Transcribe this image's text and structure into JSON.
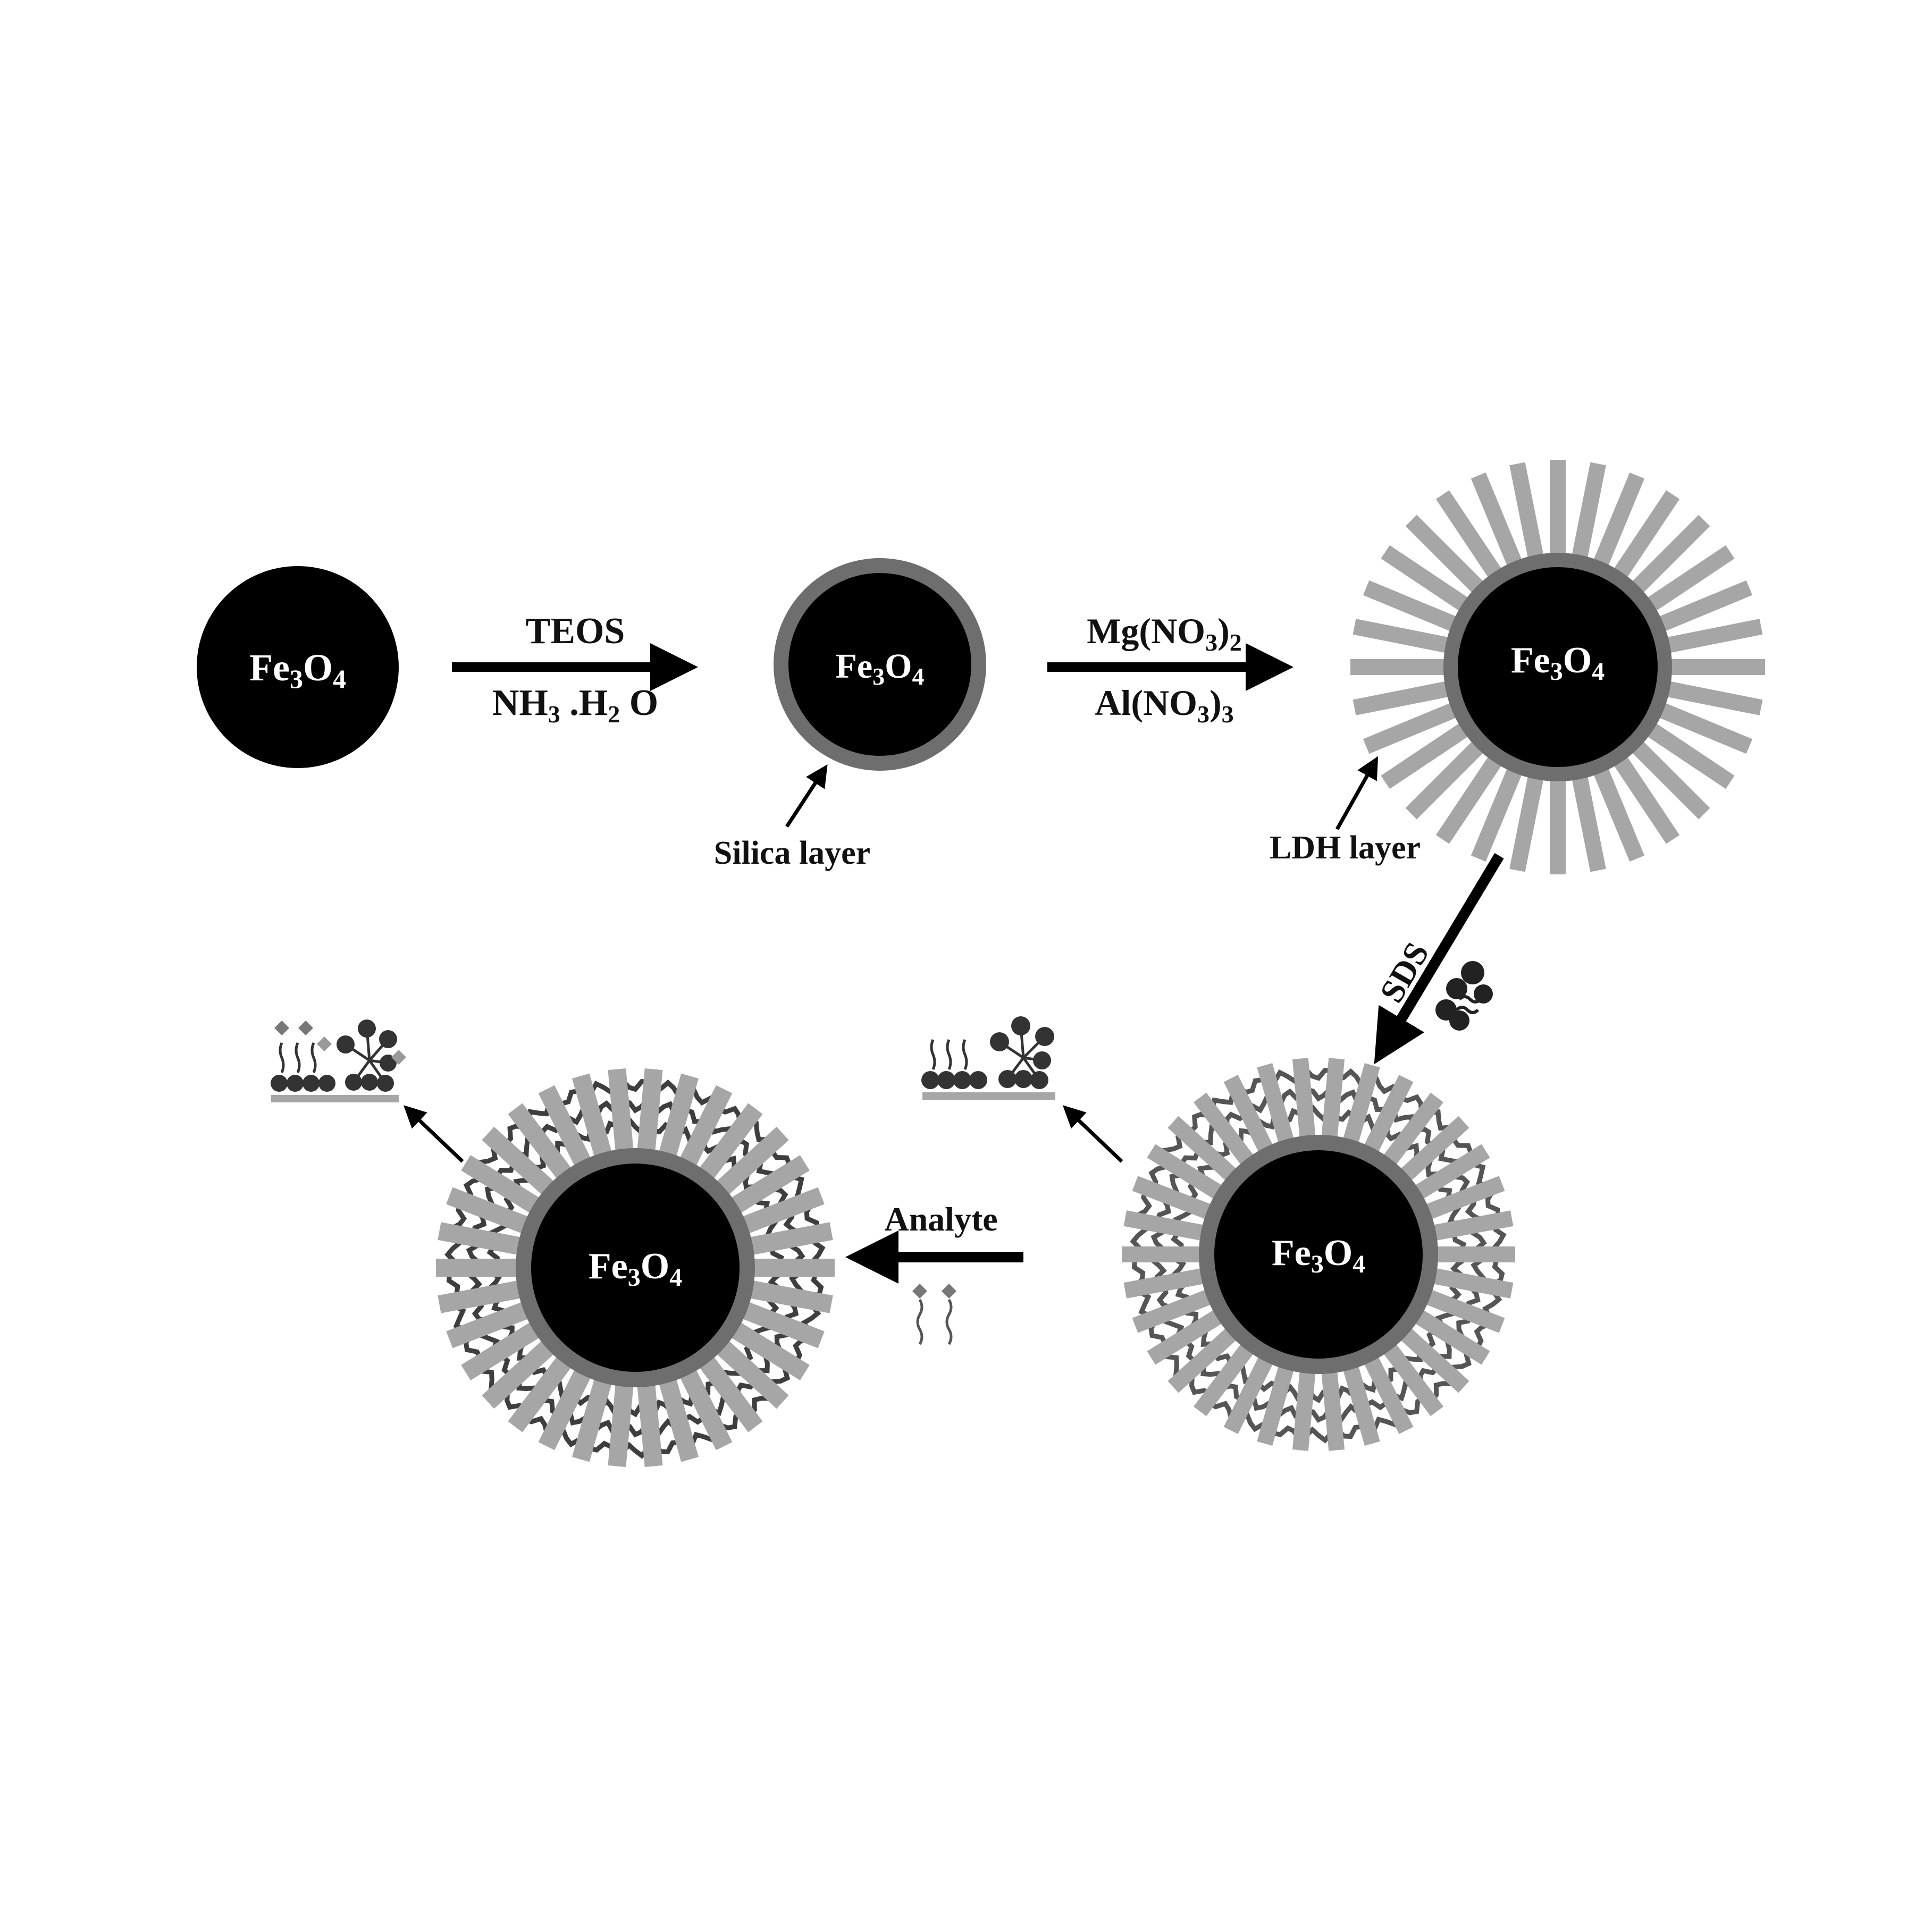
{
  "core_label": {
    "main1": "Fe",
    "sub1": "3",
    "main2": "O",
    "sub2": "4"
  },
  "step1": {
    "top": "TEOS",
    "bottom_main1": "NH",
    "bottom_sub1": "3",
    "bottom_main2": " .H",
    "bottom_sub2": "2",
    "bottom_main3": " O"
  },
  "step2": {
    "top_main1": "Mg(NO",
    "top_sub1": "3",
    "top_main2": ")",
    "top_sub2": "2",
    "bottom_main1": "Al(NO",
    "bottom_sub1": "3",
    "bottom_main2": ")",
    "bottom_sub2": "3"
  },
  "step3": {
    "label": "SDS"
  },
  "step4": {
    "label": "Analyte"
  },
  "callouts": {
    "silica": "Silica layer",
    "ldh": "LDH layer"
  },
  "colors": {
    "core": "#000000",
    "silica_shell": "#6e6e6e",
    "ldh_rods": "#a6a6a6",
    "sds_chains": "#4a4a4a",
    "text": "#111111"
  }
}
